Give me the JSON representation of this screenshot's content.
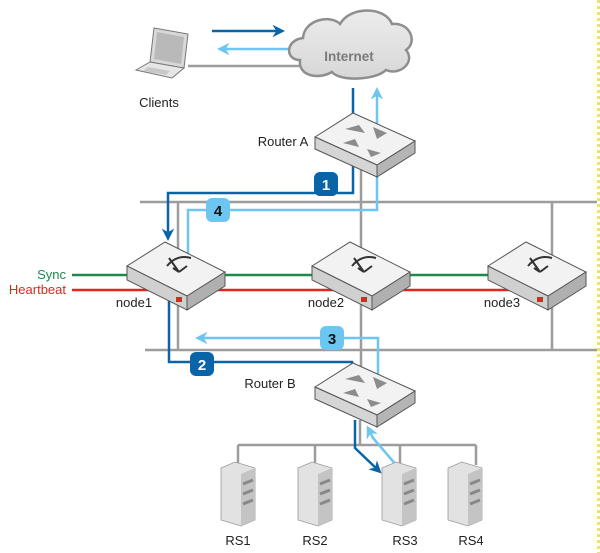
{
  "title": "Cluster load balancing topology",
  "colors": {
    "network_line": "#9a9c9e",
    "path_dark": "#0a64a8",
    "path_light": "#6cc6ef",
    "sync": "#1b8a4c",
    "heartbeat": "#e0261f",
    "device_top": "#f2f2f2",
    "device_side": "#c9cacb",
    "device_edge": "#555555"
  },
  "nodes": {
    "clients": {
      "label": "Clients",
      "icon": "laptop-icon"
    },
    "internet": {
      "label": "Internet",
      "icon": "cloud-icon"
    },
    "router_a": {
      "label": "Router A",
      "icon": "router-icon"
    },
    "router_b": {
      "label": "Router B",
      "icon": "router-icon"
    },
    "node1": {
      "label": "node1",
      "icon": "firewall-icon"
    },
    "node2": {
      "label": "node2",
      "icon": "firewall-icon"
    },
    "node3": {
      "label": "node3",
      "icon": "firewall-icon"
    },
    "servers": [
      {
        "label": "RS1",
        "icon": "server-icon"
      },
      {
        "label": "RS2",
        "icon": "server-icon"
      },
      {
        "label": "RS3",
        "icon": "server-icon"
      },
      {
        "label": "RS4",
        "icon": "server-icon"
      }
    ]
  },
  "links": {
    "sync_label": "Sync",
    "heartbeat_label": "Heartbeat"
  },
  "steps": [
    {
      "number": "1",
      "direction": "request"
    },
    {
      "number": "2",
      "direction": "request"
    },
    {
      "number": "3",
      "direction": "response"
    },
    {
      "number": "4",
      "direction": "response"
    }
  ]
}
